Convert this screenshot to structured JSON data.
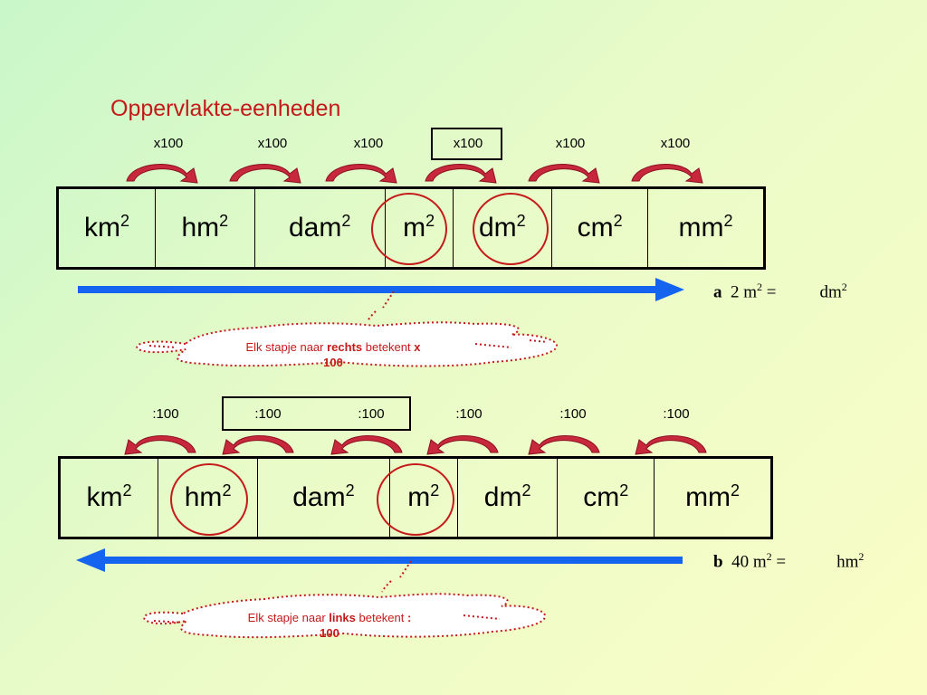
{
  "title": "Oppervlakte-eenheden",
  "units": [
    {
      "base": "km",
      "exp": "2"
    },
    {
      "base": "hm",
      "exp": "2"
    },
    {
      "base": "dam",
      "exp": "2"
    },
    {
      "base": "m",
      "exp": "2"
    },
    {
      "base": "dm",
      "exp": "2"
    },
    {
      "base": "cm",
      "exp": "2"
    },
    {
      "base": "mm",
      "exp": "2"
    }
  ],
  "top_ops": [
    "x100",
    "x100",
    "x100",
    "x100",
    "x100",
    "x100"
  ],
  "bottom_ops": [
    ":100",
    ":100",
    ":100",
    ":100",
    ":100",
    ":100"
  ],
  "exercise_a": {
    "label": "a",
    "value": "2 m",
    "exp": "2",
    "eq": "=",
    "target": "dm",
    "target_exp": "2"
  },
  "exercise_b": {
    "label": "b",
    "value": "40 m",
    "exp": "2",
    "eq": "=",
    "target": "hm",
    "target_exp": "2"
  },
  "cloud_top": {
    "pre": "Elk stapje naar ",
    "bold": "rechts",
    "mid": " betekent ",
    "bold2": "x",
    "line2": "100"
  },
  "cloud_bottom": {
    "pre": "Elk stapje naar ",
    "bold": "links",
    "mid": " betekent ",
    "bold2": ":",
    "line2": "100"
  },
  "colors": {
    "accent_red": "#c41a1a",
    "arrow_blue": "#1464f0",
    "curve_red": "#c8283c"
  }
}
